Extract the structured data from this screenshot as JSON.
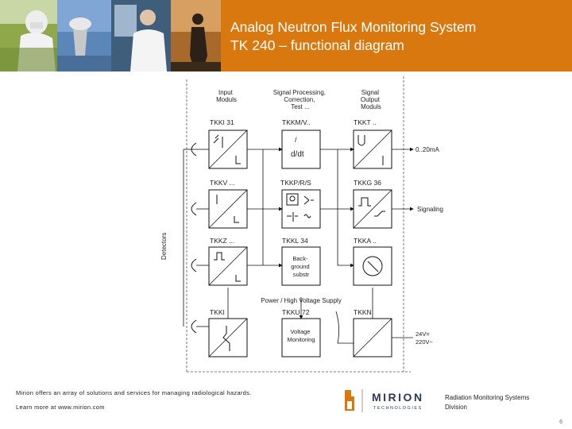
{
  "header": {
    "title_line1": "Analog Neutron Flux Monitoring System",
    "title_line2": "TK 240 – functional diagram",
    "accent_color": "#d9780f"
  },
  "diagram": {
    "column_headers": [
      [
        "Input",
        "Moduls"
      ],
      [
        "Signal Processing,",
        "Correction,",
        "Test ..."
      ],
      [
        "Signal",
        "Output",
        "Moduls"
      ]
    ],
    "detectors_label": "Detectors",
    "block_labels": {
      "r1c1": "TKKI 31",
      "r1c2": "TKKM/V..",
      "r1c3": "TKKT ..",
      "r2c1": "TKKV ...",
      "r2c2": "TKKP/R/S",
      "r2c3": "TKKG 36",
      "r3c1": "TKKZ ...",
      "r3c2": "TKKL 34",
      "r3c3": "TKKA ..",
      "r4c1": "TKKI",
      "r4c2": "TKKU 72",
      "r4c3": "TKKN"
    },
    "block_texts": {
      "ddt_top": "/",
      "ddt_bottom": "d/dt",
      "background": [
        "Back-",
        "ground",
        "substr"
      ],
      "voltage": [
        "Voltage",
        "Monitoring"
      ]
    },
    "output_labels": {
      "current": "0..20mA",
      "signaling": "Signaling",
      "supply": [
        "24V=",
        "220V~"
      ]
    },
    "power_label": "Power / High Voltage Supply"
  },
  "footer": {
    "line1": "Mirion offers an array of solutions and services for managing radiological hazards.",
    "line2": "Learn more at www.mirion.com",
    "brand": "MIRION",
    "brand_sub": "TECHNOLOGIES",
    "division_line1": "Radiation Monitoring Systems",
    "division_line2": "Division",
    "page_number": "6"
  }
}
